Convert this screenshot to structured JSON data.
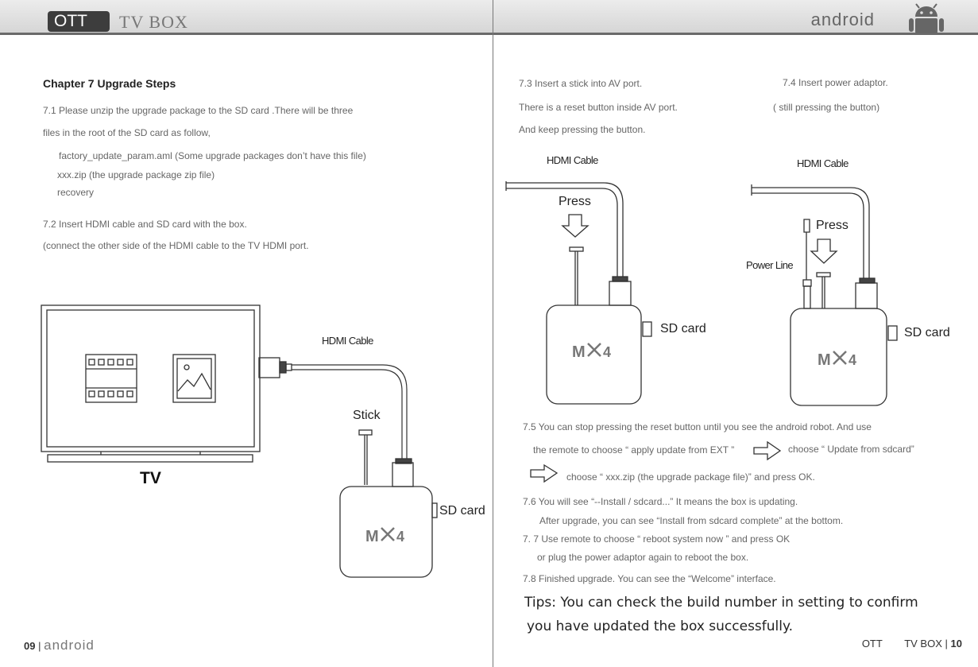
{
  "header": {
    "badge": "OTT",
    "title": "TV BOX",
    "android": "android"
  },
  "left": {
    "chapter_title": "Chapter 7 Upgrade Steps",
    "step_7_1_line1": "7.1 Please unzip the upgrade package to the SD card .There will be three",
    "step_7_1_line2": "files in the root of the SD card  as follow,",
    "files": [
      "factory_update_param.aml (Some upgrade packages don’t have this file)",
      "xxx.zip (the upgrade package zip file)",
      "recovery"
    ],
    "step_7_2_line1": "7.2 Insert HDMI cable and SD card with the box.",
    "step_7_2_line2": "(connect the other side of the HDMI cable to the TV HDMI port.",
    "diagram": {
      "hdmi_label": "HDMI Cable",
      "stick_label": "Stick",
      "sd_label": "SD card",
      "tv_label": "TV",
      "box_logo": "MX4"
    }
  },
  "right": {
    "step_7_3_line1": "7.3 Insert a stick into AV port.",
    "step_7_3_line2": "There is a reset button inside AV port.",
    "step_7_3_line3": "And keep pressing the button.",
    "step_7_4_line1": "7.4 Insert power adaptor.",
    "step_7_4_line2": "( still pressing the button)",
    "diagram_a": {
      "hdmi_label": "HDMI Cable",
      "press_label": "Press",
      "sd_label": "SD card",
      "box_logo": "MX4"
    },
    "diagram_b": {
      "hdmi_label": "HDMI Cable",
      "press_label": "Press",
      "power_label": "Power Line",
      "sd_label": "SD card",
      "box_logo": "MX4"
    },
    "step_7_5_line1": "7.5 You can stop pressing the reset button until you see the android robot. And use",
    "step_7_5_line2": "the remote to choose “ apply update from EXT ”",
    "step_7_5_line2b": "choose “ Update from sdcard”",
    "step_7_5_line3": "choose “ xxx.zip (the upgrade package file)” and press OK.",
    "step_7_6_line1": "7.6 You will see “--Install / sdcard...” It means the box is updating.",
    "step_7_6_line2": "After upgrade, you can see “Install from sdcard complete” at the bottom.",
    "step_7_7_line1": "7. 7 Use remote to choose “ reboot system now ” and press OK",
    "step_7_7_line2": "or plug the power adaptor again to reboot the box.",
    "step_7_8": "7.8  Finished upgrade. You can see the “Welcome” interface.",
    "tips_line1": "Tips: You can check the build number in setting to confirm",
    "tips_line2": "you have updated the box successfully."
  },
  "footer": {
    "left_page": "09",
    "left_sep": "|",
    "left_android": "android",
    "right_badge": "OTT",
    "right_title": "TV  BOX",
    "right_sep": "|",
    "right_page": "10"
  }
}
